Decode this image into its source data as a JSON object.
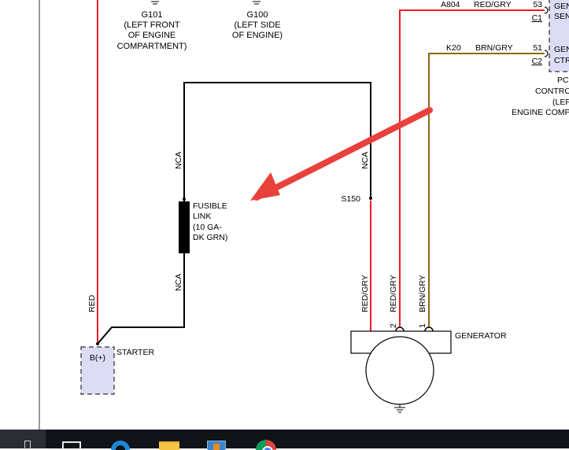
{
  "grounds": {
    "g101": {
      "id": "G101",
      "line1": "(LEFT FRONT",
      "line2": "OF ENGINE",
      "line3": "COMPARTMENT)"
    },
    "g100": {
      "id": "G100",
      "line1": "(LEFT SIDE",
      "line2": "OF ENGINE)"
    }
  },
  "wires": {
    "a804_circuit": "A804",
    "a804_color": "RED/GRY",
    "k20_circuit": "K20",
    "k20_color": "BRN/GRY",
    "red": "RED",
    "nca_top_left": "NCA",
    "nca_top_right": "NCA",
    "nca_bottom": "NCA",
    "gen_b_color": "RED/GRY",
    "gen_pin2_color": "RED/GRY",
    "gen_pin1_color": "BRN/GRY"
  },
  "pcm": {
    "pin53": "53",
    "conn_c1": "C1",
    "gen_sense_a": "GEN",
    "gen_sense_b": "SEN",
    "pin51": "51",
    "conn_c2": "C2",
    "gen_ctrl_a": "GEN",
    "gen_ctrl_b": "CTR",
    "label_line1": "PC",
    "label_line2": "CONTRO",
    "label_line3": "(LEF",
    "label_line4": "ENGINE COMP"
  },
  "fusible_link": {
    "line1": "FUSIBLE",
    "line2": "LINK",
    "line3": "(10 GA-",
    "line4": "DK GRN)"
  },
  "splice": "S150",
  "starter": {
    "label": "STARTER",
    "terminal": "B(+)"
  },
  "generator": {
    "label": "GENERATOR",
    "pin2": "2",
    "pin1": "1"
  },
  "colors": {
    "wire_red": "#ee1c24",
    "wire_brown": "#8b6914",
    "wire_black": "#000000",
    "component_fill": "#dcdcf5",
    "arrow": "#e8413c",
    "taskbar": "#101318"
  },
  "taskbar": {
    "icons": [
      "start-icon",
      "task-view-icon",
      "edge-browser-icon",
      "file-explorer-icon",
      "app-icon",
      "chrome-icon"
    ]
  }
}
